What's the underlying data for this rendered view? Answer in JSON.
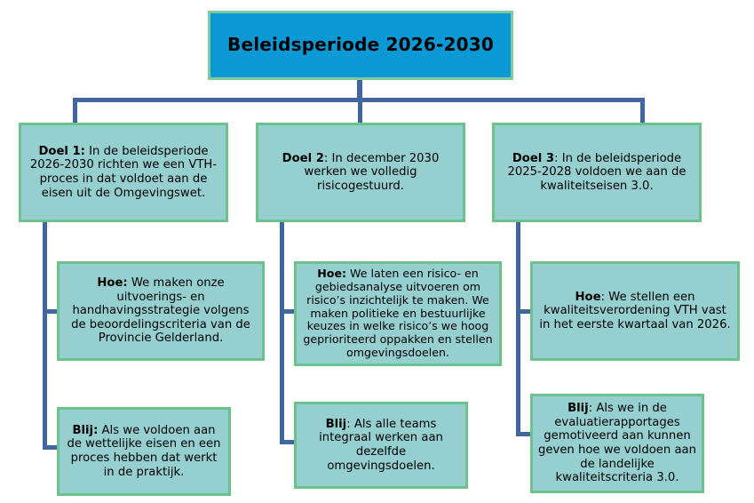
{
  "diagram": {
    "title_box": {
      "text": "Beleidsperiode  2026-2030"
    },
    "colors": {
      "title_fill": "#0B99D6",
      "title_border": "#7FCB9B",
      "node_fill": "#96CFD0",
      "node_border": "#6EC08C",
      "connector": "#41689E",
      "text": "#000000",
      "background": "#FFFFFF"
    },
    "columns": [
      {
        "goal": {
          "lead": "Doel 1:",
          "body": " In de beleidsperiode 2026-2030 richten we een VTH-proces in dat voldoet aan de eisen uit de Omgevingswet."
        },
        "how": {
          "lead": "Hoe:",
          "body": " We maken onze uitvoerings- en handhavingsstrategie volgens de beoordelingscriteria van de Provincie Gelderland."
        },
        "happy": {
          "lead": "Blij:",
          "body": " Als we voldoen aan de wettelijke eisen en een proces hebben dat werkt in de praktijk."
        }
      },
      {
        "goal": {
          "lead": "Doel 2",
          "body": ":  In december 2030 werken we volledig risicogestuurd."
        },
        "how": {
          "lead": "Hoe:",
          "body": " We laten een risico- en gebiedsanalyse uitvoeren om risico’s inzichtelijk te maken. We maken politieke en bestuurlijke keuzes in welke risico’s we hoog geprioriteerd oppakken en stellen omgevingsdoelen."
        },
        "happy": {
          "lead": "Blij",
          "body": ":  Als alle teams integraal werken aan dezelfde omgevingsdoelen."
        }
      },
      {
        "goal": {
          "lead": "Doel 3",
          "body": ":  In de beleidsperiode 2025-2028 voldoen we aan de kwaliteitseisen 3.0."
        },
        "how": {
          "lead": "Hoe",
          "body": ": We stellen een kwaliteitsverordening VTH vast in het eerste kwartaal van 2026."
        },
        "happy": {
          "lead": "Blij",
          "body": ": Als we in de evaluatierapportages gemotiveerd aan kunnen geven hoe we voldoen aan de landelijke kwaliteitscriteria 3.0."
        }
      }
    ]
  }
}
